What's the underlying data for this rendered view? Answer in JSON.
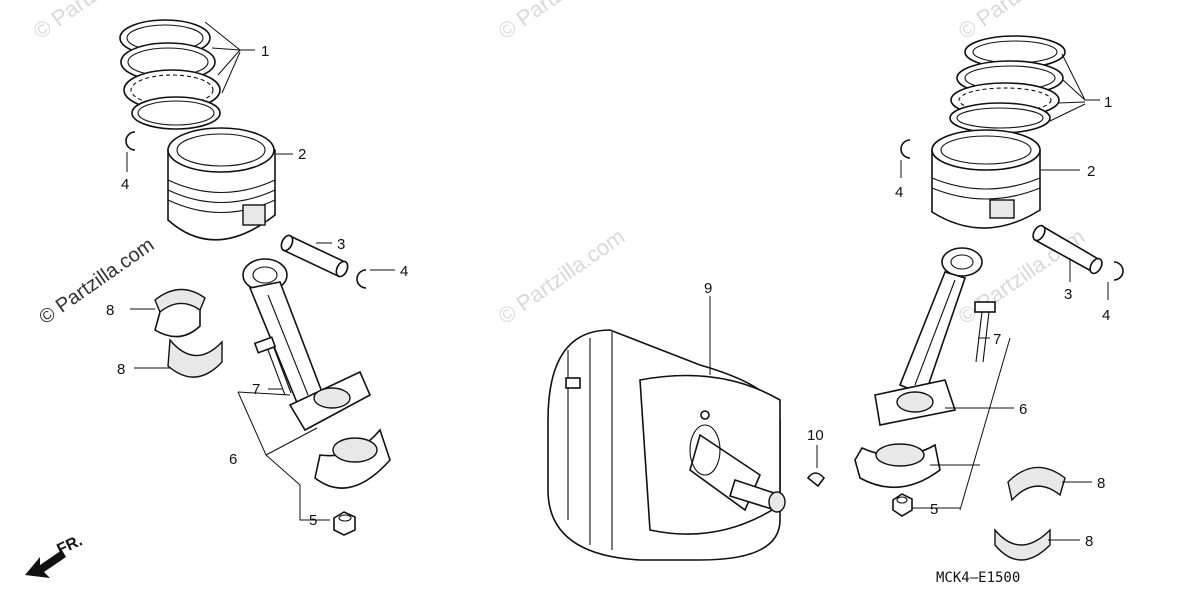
{
  "diagram_code": "MCK4—E1500",
  "front_marker": "FR.",
  "watermarks": [
    "© Partzilla.com",
    "© Partzilla.com",
    "© Partzilla.com",
    "© Partzilla.com",
    "© Partzilla.com",
    "© Partzilla.com"
  ],
  "callouts": {
    "left": {
      "piston_rings": "1",
      "piston": "2",
      "piston_pin": "3",
      "clip_upper": "4",
      "clip_right": "4",
      "bearing_upper": "8",
      "bearing_lower": "8",
      "rod_bolt": "7",
      "connecting_rod": "6",
      "rod_nut": "5"
    },
    "center": {
      "crankshaft": "9",
      "woodruff_key": "10"
    },
    "right": {
      "piston_rings": "1",
      "piston": "2",
      "clip_left": "4",
      "piston_pin": "3",
      "clip_right": "4",
      "rod_bolt": "7",
      "connecting_rod": "6",
      "rod_nut": "5",
      "bearing_upper": "8",
      "bearing_lower": "8"
    }
  }
}
